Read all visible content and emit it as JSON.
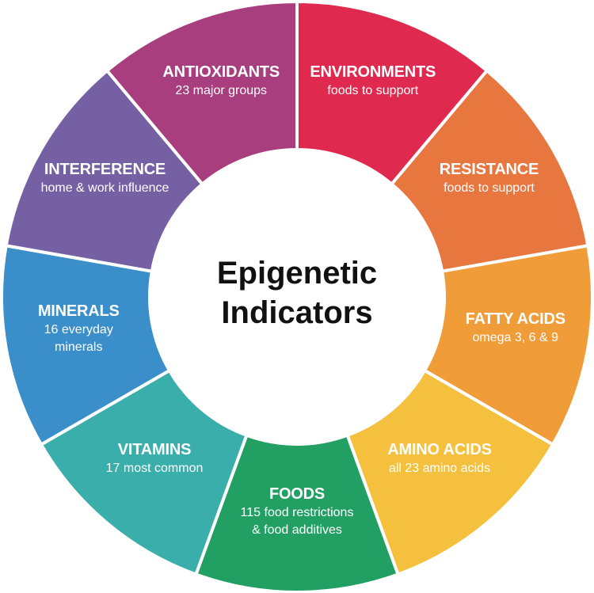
{
  "title": "Epigenetic Indicators",
  "title_lines": [
    "Epigenetic",
    "Indicators"
  ],
  "segments": [
    {
      "title": "ENVIRONMENTS",
      "subtitle": [
        "foods to support"
      ],
      "color": "#e0294f"
    },
    {
      "title": "RESISTANCE",
      "subtitle": [
        "foods to support"
      ],
      "color": "#e8763f"
    },
    {
      "title": "FATTY ACIDS",
      "subtitle": [
        "omega 3, 6 & 9"
      ],
      "color": "#f09d39"
    },
    {
      "title": "AMINO ACIDS",
      "subtitle": [
        "all 23 amino acids"
      ],
      "color": "#f4c03e"
    },
    {
      "title": "FOODS",
      "subtitle": [
        "115 food restrictions",
        "& food additives"
      ],
      "color": "#22a064"
    },
    {
      "title": "VITAMINS",
      "subtitle": [
        "17 most common"
      ],
      "color": "#3aaeab"
    },
    {
      "title": "MINERALS",
      "subtitle": [
        "16 everyday",
        "minerals"
      ],
      "color": "#3a8fcb"
    },
    {
      "title": "INTERFERENCE",
      "subtitle": [
        "home & work influence"
      ],
      "color": "#7560a4"
    },
    {
      "title": "ANTIOXIDANTS",
      "subtitle": [
        "23 major groups"
      ],
      "color": "#a83e7d"
    }
  ]
}
